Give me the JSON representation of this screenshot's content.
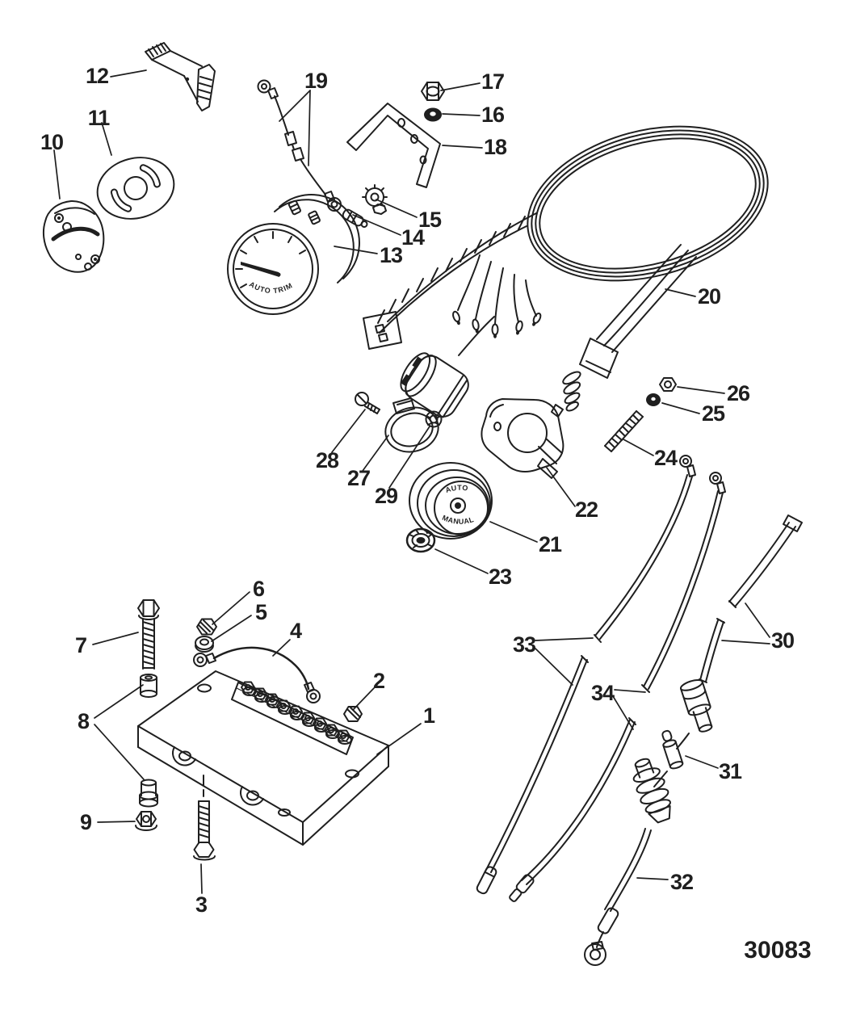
{
  "diagram": {
    "type": "exploded-parts-diagram",
    "drawing_number": "30083",
    "background_color": "#ffffff",
    "line_color": "#1f1f1f",
    "gauge_face_label": "AUTO TRIM",
    "dial_top_label": "AUTO",
    "dial_bottom_label": "MANUAL"
  },
  "callouts": {
    "1": "1",
    "2": "2",
    "3": "3",
    "4": "4",
    "5": "5",
    "6": "6",
    "7": "7",
    "8": "8",
    "9": "9",
    "10": "10",
    "11": "11",
    "12": "12",
    "13": "13",
    "14": "14",
    "15": "15",
    "16": "16",
    "17": "17",
    "18": "18",
    "19": "19",
    "20": "20",
    "21": "21",
    "22": "22",
    "23": "23",
    "24": "24",
    "25": "25",
    "26": "26",
    "27": "27",
    "28": "28",
    "29": "29",
    "30": "30",
    "31": "31",
    "32": "32",
    "33": "33",
    "34": "34"
  }
}
